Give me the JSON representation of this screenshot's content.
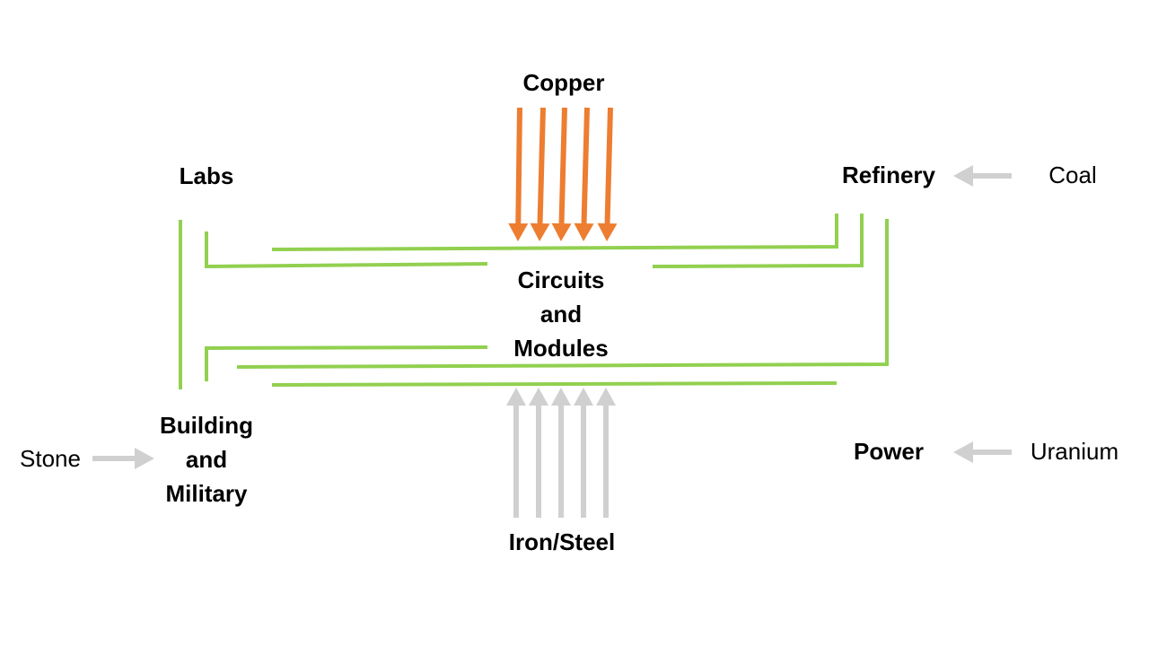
{
  "colors": {
    "copper_arrow": "#ED7D31",
    "grey_arrow": "#D0D0D0",
    "line": "#92D050"
  },
  "labels": {
    "copper": "Copper",
    "labs": "Labs",
    "refinery": "Refinery",
    "coal": "Coal",
    "center": [
      "Circuits",
      "and",
      "Modules"
    ],
    "building": [
      "Building",
      "and",
      "Military"
    ],
    "stone": "Stone",
    "power": "Power",
    "uranium": "Uranium",
    "iron": "Iron/Steel"
  }
}
